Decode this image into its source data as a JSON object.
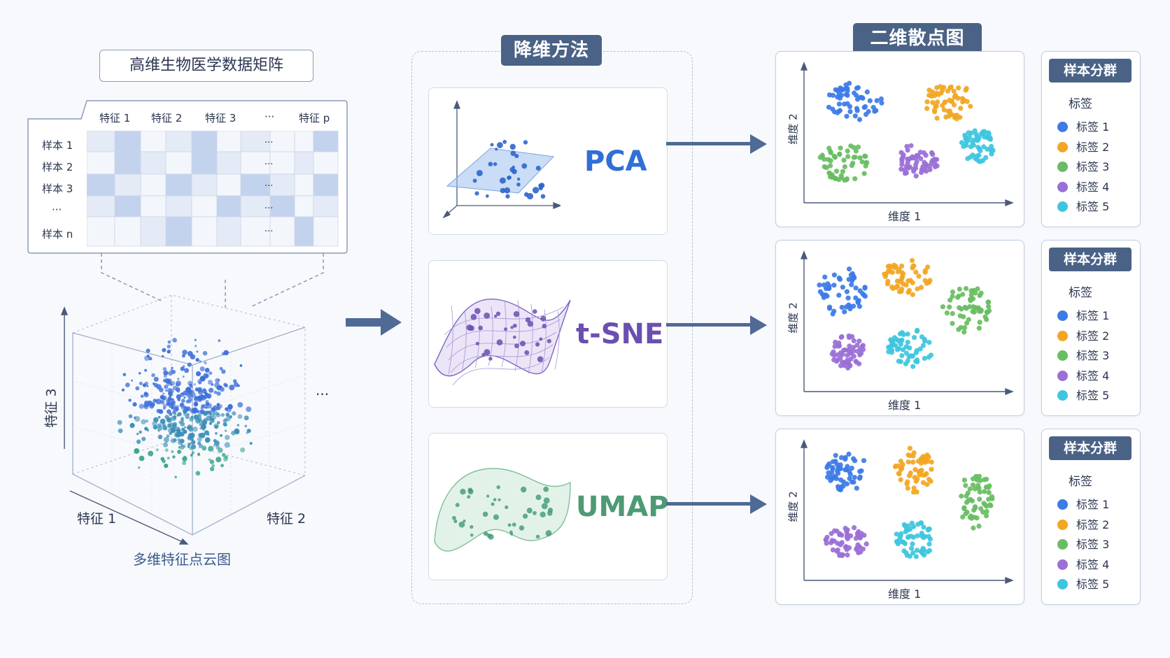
{
  "matrix": {
    "title": "高维生物医学数据矩阵",
    "col_headers": [
      "特征 1",
      "特征 2",
      "特征 3",
      "···",
      "特征 p"
    ],
    "row_headers": [
      "样本 1",
      "样本 2",
      "样本 3",
      "···",
      "样本 n"
    ],
    "ellipsis": "···"
  },
  "cloud": {
    "title": "多维特征点云图",
    "axis_x": "特征 1",
    "axis_y": "特征 2",
    "axis_z": "特征 3",
    "more": "···"
  },
  "methods": {
    "title": "降维方法",
    "items": [
      {
        "name": "PCA",
        "color": "#2f6fd6"
      },
      {
        "name": "t-SNE",
        "color": "#6a4fb0"
      },
      {
        "name": "UMAP",
        "color": "#4d9a74"
      }
    ]
  },
  "scatter": {
    "title": "二维散点图",
    "xlabel": "维度 1",
    "ylabel": "维度 2"
  },
  "legend": {
    "title": "样本分群",
    "subtitle": "标签",
    "labels": [
      "标签 1",
      "标签 2",
      "标签 3",
      "标签 4",
      "标签 5"
    ],
    "colors": [
      "#3d7be6",
      "#f2a623",
      "#68bd62",
      "#9a6fd6",
      "#3ec5de"
    ]
  }
}
